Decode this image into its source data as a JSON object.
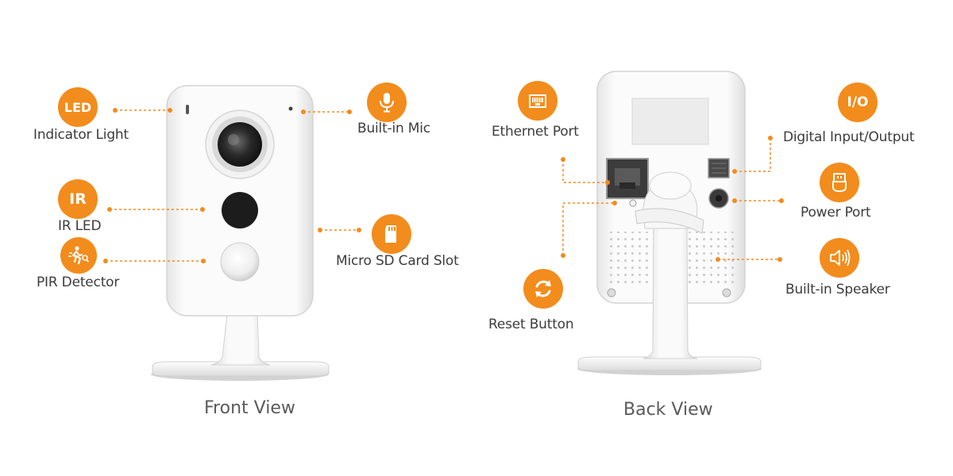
{
  "accent_color": "#f28c1c",
  "front": {
    "caption": "Front View",
    "callouts": {
      "led": {
        "badge": "LED",
        "label": "Indicator Light",
        "icon": "led-badge"
      },
      "ir": {
        "badge": "IR",
        "label": "IR LED",
        "icon": "ir-badge"
      },
      "pir": {
        "label": "PIR Detector",
        "icon": "running-person-icon"
      },
      "mic": {
        "label": "Built-in Mic",
        "icon": "microphone-icon"
      },
      "sd": {
        "label": "Micro SD Card Slot",
        "icon": "sd-card-icon"
      }
    }
  },
  "back": {
    "caption": "Back View",
    "callouts": {
      "ethernet": {
        "label": "Ethernet Port",
        "icon": "ethernet-icon"
      },
      "reset": {
        "label": "Reset Button",
        "icon": "reset-icon"
      },
      "io": {
        "badge": "I/O",
        "label": "Digital Input/Output",
        "icon": "io-badge"
      },
      "power": {
        "label": "Power Port",
        "icon": "power-plug-icon"
      },
      "speaker": {
        "label": "Built-in Speaker",
        "icon": "speaker-icon"
      }
    }
  }
}
